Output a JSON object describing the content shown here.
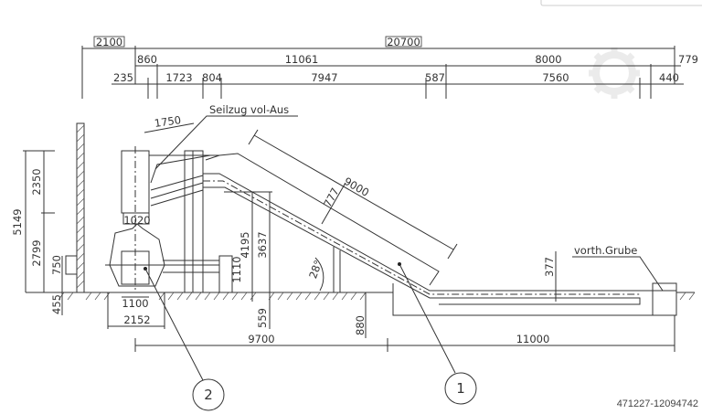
{
  "drawing": {
    "top_dims": {
      "overall_left": "2100",
      "overall": "20700"
    },
    "row2": [
      "860",
      "11061",
      "8000",
      "779"
    ],
    "row3": [
      "235",
      "1723",
      "804",
      "7947",
      "587",
      "7560",
      "440"
    ],
    "left_dims": {
      "total_height": "5149",
      "upper": "2350",
      "lower": "2799",
      "wall_step": "750",
      "below_ground": "455"
    },
    "machine_dims": {
      "top_width": "1750",
      "throat": "1020",
      "base_inner": "1100",
      "base_outer": "2152",
      "arm_height": "1110",
      "support_h1": "4195",
      "support_h2": "3637",
      "pit_depth_left": "559",
      "angle": "28°"
    },
    "conveyor_dims": {
      "length": "9000",
      "width": "777",
      "pit_depth": "880",
      "belt_height": "377"
    },
    "bottom_dims": [
      "9700",
      "11000"
    ],
    "labels": {
      "pull_cord": "Seilzug vol-Aus",
      "pit": "vorth.Grube"
    },
    "callouts": [
      "2",
      "1"
    ]
  },
  "listing_id": "471227-12094742"
}
